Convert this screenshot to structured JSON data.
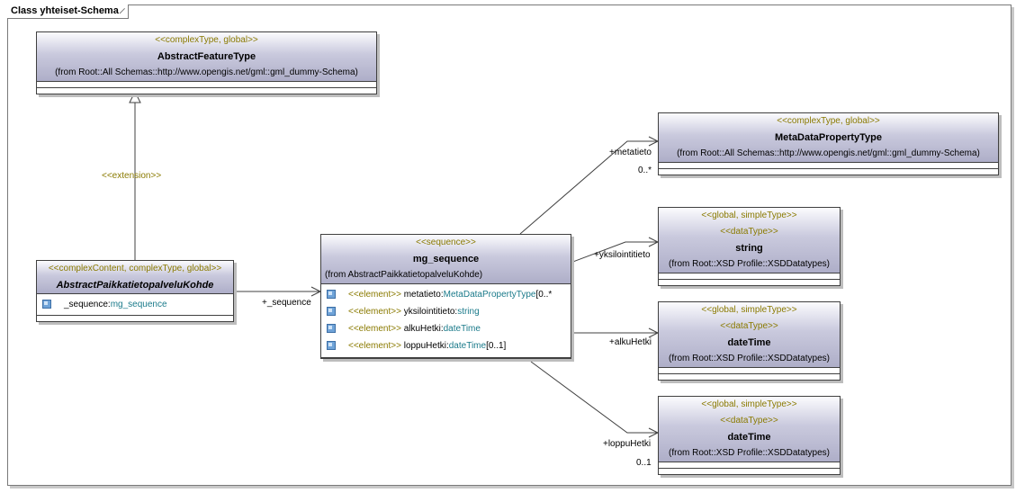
{
  "frame": {
    "title": "Class yhteiset-Schema"
  },
  "classes": {
    "abstract_feature": {
      "stereotype": "<<complexType, global>>",
      "name": "AbstractFeatureType",
      "from": "(from Root::All Schemas::http://www.opengis.net/gml::gml_dummy-Schema)"
    },
    "metadata_property": {
      "stereotype": "<<complexType, global>>",
      "name": "MetaDataPropertyType",
      "from": "(from Root::All Schemas::http://www.opengis.net/gml::gml_dummy-Schema)"
    },
    "string_type": {
      "stereotype1": "<<global, simpleType>>",
      "stereotype2": "<<dataType>>",
      "name": "string",
      "from": "(from Root::XSD Profile::XSDDatatypes)"
    },
    "datetime1": {
      "stereotype1": "<<global, simpleType>>",
      "stereotype2": "<<dataType>>",
      "name": "dateTime",
      "from": "(from Root::XSD Profile::XSDDatatypes)"
    },
    "datetime2": {
      "stereotype1": "<<global, simpleType>>",
      "stereotype2": "<<dataType>>",
      "name": "dateTime",
      "from": "(from Root::XSD Profile::XSDDatatypes)"
    },
    "paikkatieto": {
      "stereotype": "<<complexContent, complexType, global>>",
      "name": "AbstractPaikkatietopalveluKohde",
      "attr_name": "_sequence:",
      "attr_type": "mg_sequence"
    },
    "mg_sequence": {
      "stereotype": "<<sequence>>",
      "name": "mg_sequence",
      "from": "(from AbstractPaikkatietopalveluKohde)",
      "elements": [
        {
          "stereo": "<<element>>",
          "name": " metatieto:",
          "type": "MetaDataPropertyType",
          "mult": "[0..*"
        },
        {
          "stereo": "<<element>>",
          "name": " yksilointitieto:",
          "type": "string",
          "mult": ""
        },
        {
          "stereo": "<<element>>",
          "name": " alkuHetki:",
          "type": "dateTime",
          "mult": ""
        },
        {
          "stereo": "<<element>>",
          "name": " loppuHetki:",
          "type": "dateTime",
          "mult": "[0..1]"
        }
      ]
    }
  },
  "connectors": {
    "extension": "<<extension>>",
    "sequence_role": "+_sequence",
    "metatieto_role": "+metatieto",
    "metatieto_mult": "0..*",
    "yksilointitieto_role": "+yksilointitieto",
    "alkuhetki_role": "+alkuHetki",
    "loppuhetki_role": "+loppuHetki",
    "loppuhetki_mult": "0..1"
  }
}
